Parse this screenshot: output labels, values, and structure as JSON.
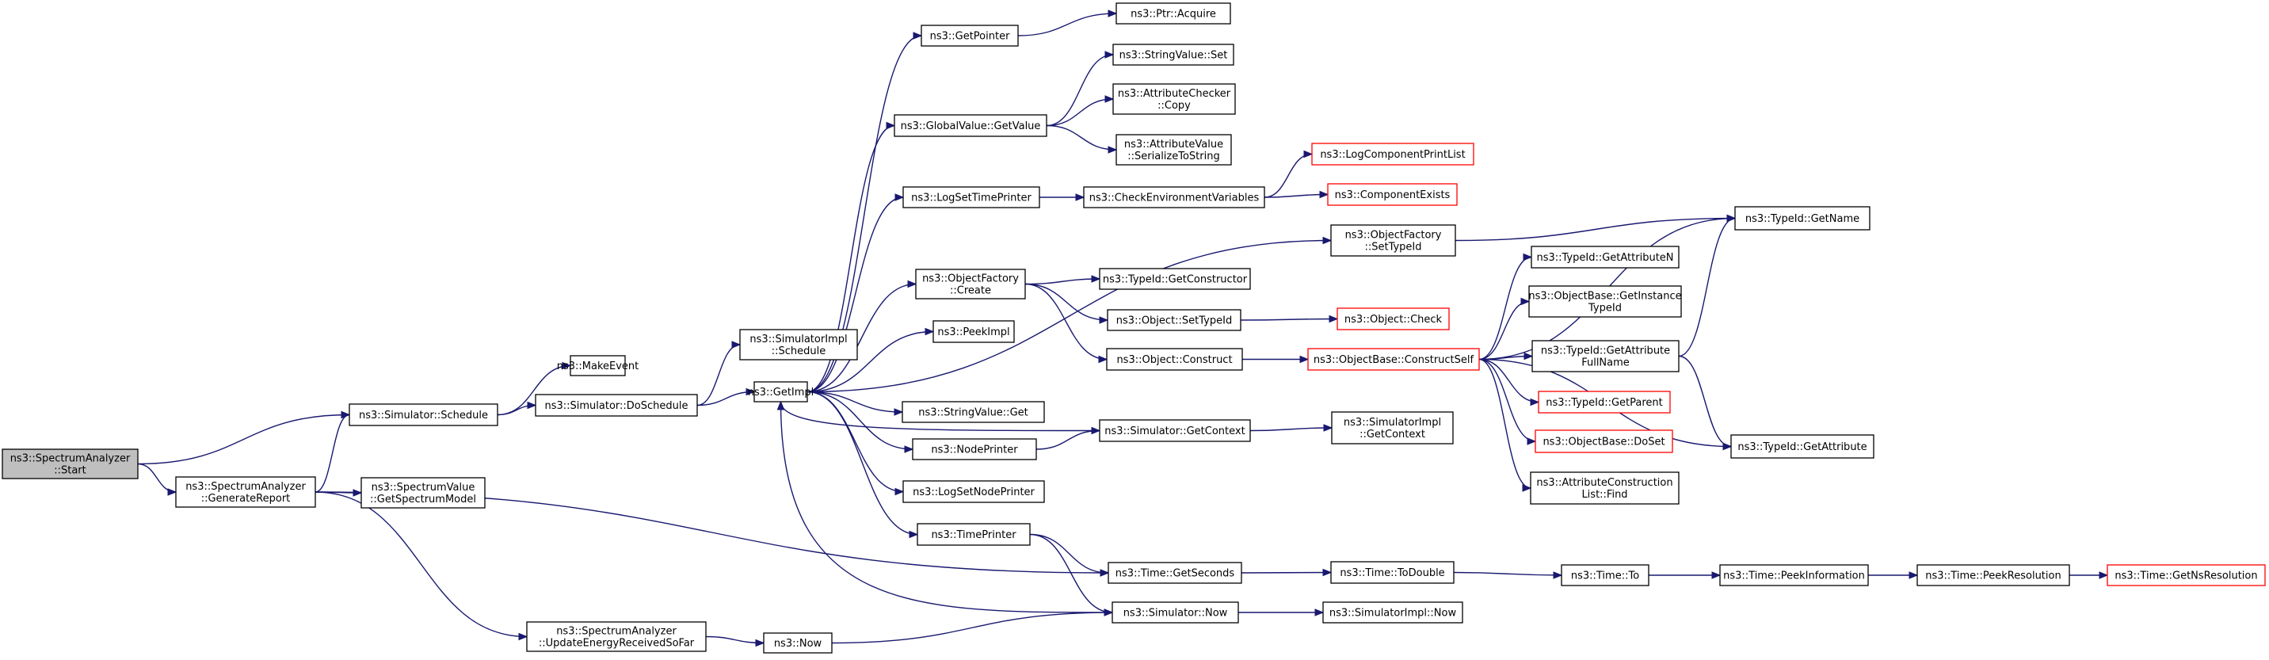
{
  "graph": {
    "nodes": [
      {
        "id": "start",
        "lines": [
          "ns3::SpectrumAnalyzer",
          "::Start"
        ],
        "style": "root"
      },
      {
        "id": "schedule",
        "lines": [
          "ns3::Simulator::Schedule"
        ],
        "style": "normal"
      },
      {
        "id": "genreport",
        "lines": [
          "ns3::SpectrumAnalyzer",
          "::GenerateReport"
        ],
        "style": "normal"
      },
      {
        "id": "makeevent",
        "lines": [
          "ns3::MakeEvent"
        ],
        "style": "normal"
      },
      {
        "id": "doschedule",
        "lines": [
          "ns3::Simulator::DoSchedule"
        ],
        "style": "normal"
      },
      {
        "id": "getspectrummodel",
        "lines": [
          "ns3::SpectrumValue",
          "::GetSpectrumModel"
        ],
        "style": "normal"
      },
      {
        "id": "updateenergy",
        "lines": [
          "ns3::SpectrumAnalyzer",
          "::UpdateEnergyReceivedSoFar"
        ],
        "style": "normal"
      },
      {
        "id": "simimplschedule",
        "lines": [
          "ns3::SimulatorImpl",
          "::Schedule"
        ],
        "style": "normal"
      },
      {
        "id": "getimpl",
        "lines": [
          "ns3::GetImpl"
        ],
        "style": "normal"
      },
      {
        "id": "now",
        "lines": [
          "ns3::Now"
        ],
        "style": "normal"
      },
      {
        "id": "getpointer",
        "lines": [
          "ns3::GetPointer"
        ],
        "style": "normal"
      },
      {
        "id": "gvgetvalue",
        "lines": [
          "ns3::GlobalValue::GetValue"
        ],
        "style": "normal"
      },
      {
        "id": "logsettimeprinter",
        "lines": [
          "ns3::LogSetTimePrinter"
        ],
        "style": "normal"
      },
      {
        "id": "ofcreate",
        "lines": [
          "ns3::ObjectFactory",
          "::Create"
        ],
        "style": "normal"
      },
      {
        "id": "peekimpl",
        "lines": [
          "ns3::PeekImpl"
        ],
        "style": "normal"
      },
      {
        "id": "stringvalueget",
        "lines": [
          "ns3::StringValue::Get"
        ],
        "style": "normal"
      },
      {
        "id": "nodeprinter",
        "lines": [
          "ns3::NodePrinter"
        ],
        "style": "normal"
      },
      {
        "id": "logsetnodeprinter",
        "lines": [
          "ns3::LogSetNodePrinter"
        ],
        "style": "normal"
      },
      {
        "id": "timeprinter",
        "lines": [
          "ns3::TimePrinter"
        ],
        "style": "normal"
      },
      {
        "id": "ptracquire",
        "lines": [
          "ns3::Ptr::Acquire"
        ],
        "style": "normal"
      },
      {
        "id": "stringvalueset",
        "lines": [
          "ns3::StringValue::Set"
        ],
        "style": "normal"
      },
      {
        "id": "acheckercopy",
        "lines": [
          "ns3::AttributeChecker",
          "::Copy"
        ],
        "style": "normal"
      },
      {
        "id": "avserialize",
        "lines": [
          "ns3::AttributeValue",
          "::SerializeToString"
        ],
        "style": "normal"
      },
      {
        "id": "checkenv",
        "lines": [
          "ns3::CheckEnvironmentVariables"
        ],
        "style": "normal"
      },
      {
        "id": "typeidgetctor",
        "lines": [
          "ns3::TypeId::GetConstructor"
        ],
        "style": "normal"
      },
      {
        "id": "objsettypeid",
        "lines": [
          "ns3::Object::SetTypeId"
        ],
        "style": "normal"
      },
      {
        "id": "objconstruct",
        "lines": [
          "ns3::Object::Construct"
        ],
        "style": "normal"
      },
      {
        "id": "simgetcontext",
        "lines": [
          "ns3::Simulator::GetContext"
        ],
        "style": "normal"
      },
      {
        "id": "timegetseconds",
        "lines": [
          "ns3::Time::GetSeconds"
        ],
        "style": "normal"
      },
      {
        "id": "simnow",
        "lines": [
          "ns3::Simulator::Now"
        ],
        "style": "normal"
      },
      {
        "id": "logcompprintlist",
        "lines": [
          "ns3::LogComponentPrintList"
        ],
        "style": "red"
      },
      {
        "id": "compexists",
        "lines": [
          "ns3::ComponentExists"
        ],
        "style": "red"
      },
      {
        "id": "ofsettypeid",
        "lines": [
          "ns3::ObjectFactory",
          "::SetTypeId"
        ],
        "style": "normal"
      },
      {
        "id": "objcheck",
        "lines": [
          "ns3::Object::Check"
        ],
        "style": "red"
      },
      {
        "id": "obconstructself",
        "lines": [
          "ns3::ObjectBase::ConstructSelf"
        ],
        "style": "red"
      },
      {
        "id": "simimplgetcontext",
        "lines": [
          "ns3::SimulatorImpl",
          "::GetContext"
        ],
        "style": "normal"
      },
      {
        "id": "timetodouble",
        "lines": [
          "ns3::Time::ToDouble"
        ],
        "style": "normal"
      },
      {
        "id": "simimplnow",
        "lines": [
          "ns3::SimulatorImpl::Now"
        ],
        "style": "normal"
      },
      {
        "id": "typeidgetname",
        "lines": [
          "ns3::TypeId::GetName"
        ],
        "style": "normal"
      },
      {
        "id": "typeidgetattrn",
        "lines": [
          "ns3::TypeId::GetAttributeN"
        ],
        "style": "normal"
      },
      {
        "id": "obgetinstancetypeid",
        "lines": [
          "ns3::ObjectBase::GetInstance",
          "TypeId"
        ],
        "style": "normal"
      },
      {
        "id": "typeidgetattrfullname",
        "lines": [
          "ns3::TypeId::GetAttribute",
          "FullName"
        ],
        "style": "normal"
      },
      {
        "id": "typeidgetparent",
        "lines": [
          "ns3::TypeId::GetParent"
        ],
        "style": "red"
      },
      {
        "id": "obdoset",
        "lines": [
          "ns3::ObjectBase::DoSet"
        ],
        "style": "red"
      },
      {
        "id": "aclistfind",
        "lines": [
          "ns3::AttributeConstruction",
          "List::Find"
        ],
        "style": "normal"
      },
      {
        "id": "typeidgetattr",
        "lines": [
          "ns3::TypeId::GetAttribute"
        ],
        "style": "normal"
      },
      {
        "id": "timeto",
        "lines": [
          "ns3::Time::To"
        ],
        "style": "normal"
      },
      {
        "id": "timepeekinfo",
        "lines": [
          "ns3::Time::PeekInformation"
        ],
        "style": "normal"
      },
      {
        "id": "timepeekres",
        "lines": [
          "ns3::Time::PeekResolution"
        ],
        "style": "normal"
      },
      {
        "id": "timegetnsres",
        "lines": [
          "ns3::Time::GetNsResolution"
        ],
        "style": "red"
      }
    ],
    "edges": [
      [
        "start",
        "schedule"
      ],
      [
        "start",
        "genreport"
      ],
      [
        "genreport",
        "schedule"
      ],
      [
        "genreport",
        "getspectrummodel"
      ],
      [
        "genreport",
        "timegetseconds"
      ],
      [
        "genreport",
        "updateenergy"
      ],
      [
        "schedule",
        "makeevent"
      ],
      [
        "schedule",
        "doschedule"
      ],
      [
        "doschedule",
        "simimplschedule"
      ],
      [
        "doschedule",
        "getimpl"
      ],
      [
        "updateenergy",
        "now"
      ],
      [
        "now",
        "simnow"
      ],
      [
        "getimpl",
        "getpointer"
      ],
      [
        "getimpl",
        "gvgetvalue"
      ],
      [
        "getimpl",
        "logsettimeprinter"
      ],
      [
        "getimpl",
        "ofsettypeid"
      ],
      [
        "getimpl",
        "ofcreate"
      ],
      [
        "getimpl",
        "peekimpl"
      ],
      [
        "getimpl",
        "stringvalueget"
      ],
      [
        "getimpl",
        "nodeprinter"
      ],
      [
        "getimpl",
        "logsetnodeprinter"
      ],
      [
        "getimpl",
        "timeprinter"
      ],
      [
        "getpointer",
        "ptracquire"
      ],
      [
        "gvgetvalue",
        "stringvalueset"
      ],
      [
        "gvgetvalue",
        "acheckercopy"
      ],
      [
        "gvgetvalue",
        "avserialize"
      ],
      [
        "logsettimeprinter",
        "checkenv"
      ],
      [
        "checkenv",
        "logcompprintlist"
      ],
      [
        "checkenv",
        "compexists"
      ],
      [
        "ofcreate",
        "typeidgetctor"
      ],
      [
        "ofcreate",
        "objsettypeid"
      ],
      [
        "ofcreate",
        "objconstruct"
      ],
      [
        "objsettypeid",
        "objcheck"
      ],
      [
        "objconstruct",
        "obconstructself"
      ],
      [
        "nodeprinter",
        "simgetcontext"
      ],
      [
        "simgetcontext",
        "getimpl"
      ],
      [
        "simgetcontext",
        "simimplgetcontext"
      ],
      [
        "timeprinter",
        "timegetseconds"
      ],
      [
        "timeprinter",
        "simnow"
      ],
      [
        "simnow",
        "getimpl"
      ],
      [
        "simnow",
        "simimplnow"
      ],
      [
        "timegetseconds",
        "timetodouble"
      ],
      [
        "timetodouble",
        "timeto"
      ],
      [
        "timeto",
        "timepeekinfo"
      ],
      [
        "timepeekinfo",
        "timepeekres"
      ],
      [
        "timepeekres",
        "timegetnsres"
      ],
      [
        "ofsettypeid",
        "typeidgetname"
      ],
      [
        "obconstructself",
        "typeidgetname"
      ],
      [
        "obconstructself",
        "typeidgetattrn"
      ],
      [
        "obconstructself",
        "obgetinstancetypeid"
      ],
      [
        "obconstructself",
        "typeidgetattrfullname"
      ],
      [
        "obconstructself",
        "typeidgetparent"
      ],
      [
        "obconstructself",
        "obdoset"
      ],
      [
        "obconstructself",
        "aclistfind"
      ],
      [
        "obconstructself",
        "typeidgetattr"
      ],
      [
        "typeidgetattrfullname",
        "typeidgetname"
      ],
      [
        "typeidgetattrfullname",
        "typeidgetattr"
      ]
    ]
  }
}
